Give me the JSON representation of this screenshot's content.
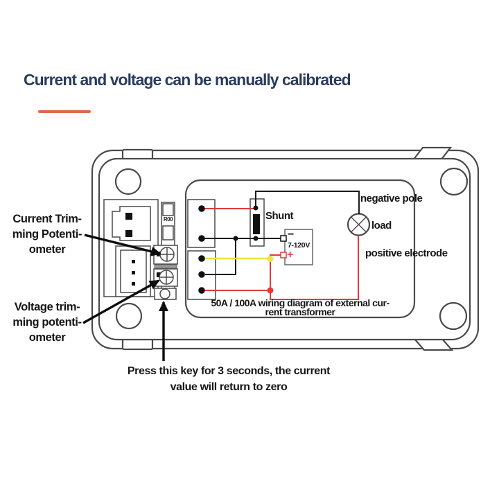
{
  "colors": {
    "title": "#2a3c5e",
    "accent": "#dc6a4c",
    "ink": "#151515",
    "outline": "#4a4a4a",
    "wire-red": "#e23a3c",
    "wire-yellow": "#f0e23c",
    "wire-black": "#1a1a1a"
  },
  "header": {
    "title": "Current and voltage can be manually calibrated"
  },
  "callouts": {
    "current_pot": "Current Trim-\nming Potenti-\nometer",
    "voltage_pot": "Voltage trim-\nming potenti-\nometer",
    "press_key": "Press this key for 3 seconds, the current\nvalue will return to zero"
  },
  "diagram": {
    "shunt": "Shunt",
    "negative_pole": "negative pole",
    "load": "load",
    "positive_electrode": "positive electrode",
    "caption": "50A / 100A wiring diagram of external cur-\nrent transformer",
    "psu": {
      "minus": "−",
      "label": "7-120V",
      "plus": "+"
    },
    "pcb_marking": "R00"
  }
}
